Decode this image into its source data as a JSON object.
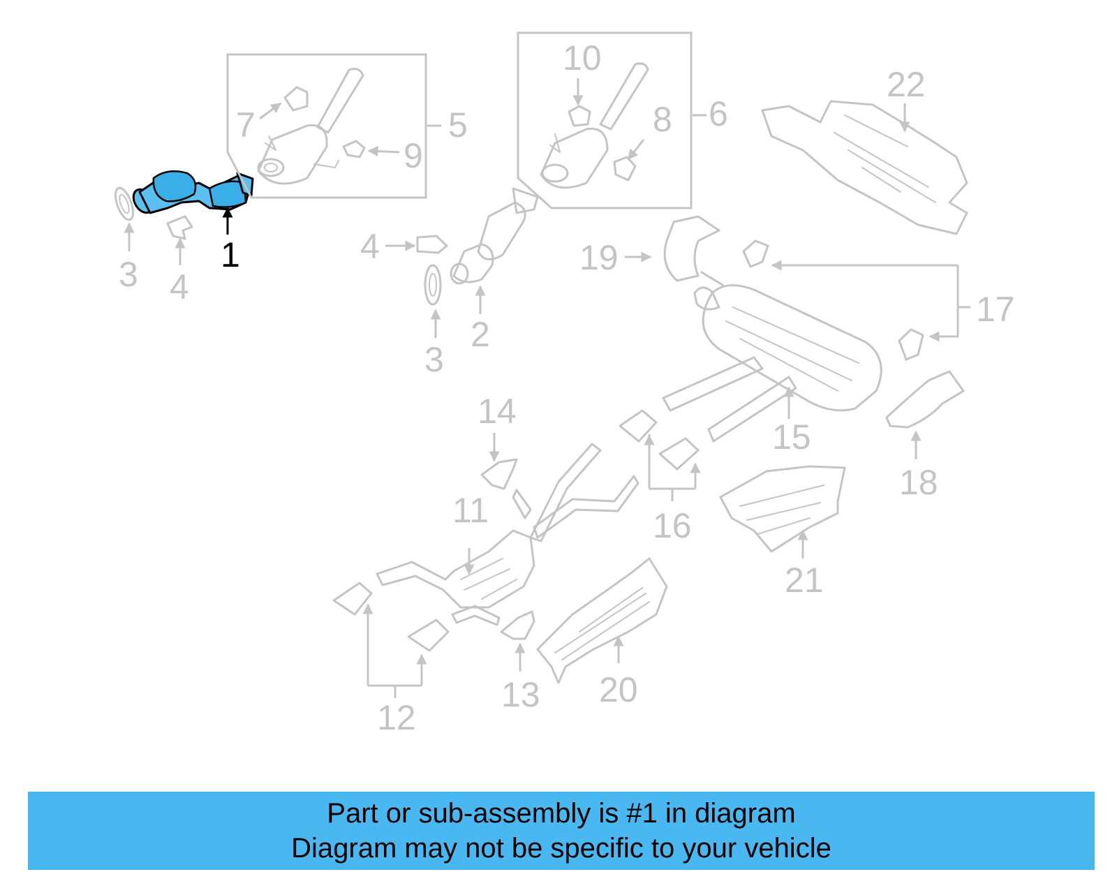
{
  "callouts": {
    "c1": "1",
    "c2": "2",
    "c3a": "3",
    "c3b": "3",
    "c4a": "4",
    "c4b": "4",
    "c5": "5",
    "c6": "6",
    "c7": "7",
    "c8": "8",
    "c9": "9",
    "c10": "10",
    "c11": "11",
    "c12": "12",
    "c13": "13",
    "c14": "14",
    "c15": "15",
    "c16": "16",
    "c17": "17",
    "c18": "18",
    "c19": "19",
    "c20": "20",
    "c21": "21",
    "c22": "22"
  },
  "banner": {
    "line1": "Part or sub-assembly is #1 in diagram",
    "line2": "Diagram may not be specific to your vehicle"
  },
  "colors": {
    "highlight": "#5bc0f0",
    "banner": "#4ab8f0",
    "linework": "#c4c4c4"
  }
}
